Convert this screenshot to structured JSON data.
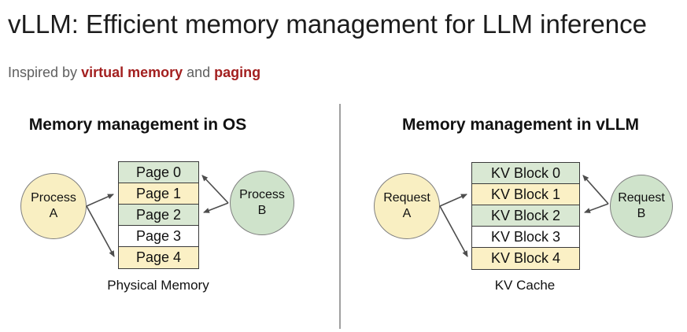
{
  "slide": {
    "title": "vLLM: Efficient memory management for LLM inference",
    "subtitle": {
      "lead": "Inspired by ",
      "highlight1": "virtual memory",
      "connector": " and ",
      "highlight2": "paging"
    }
  },
  "panels": [
    {
      "heading": "Memory management in OS",
      "left_circle": {
        "line1": "Process",
        "line2": "A"
      },
      "right_circle": {
        "line1": "Process",
        "line2": "B"
      },
      "rows": [
        {
          "label": "Page 0",
          "fill": "green"
        },
        {
          "label": "Page 1",
          "fill": "yellow"
        },
        {
          "label": "Page 2",
          "fill": "green"
        },
        {
          "label": "Page 3",
          "fill": "white"
        },
        {
          "label": "Page 4",
          "fill": "yellow"
        }
      ],
      "caption": "Physical Memory"
    },
    {
      "heading": "Memory management in vLLM",
      "left_circle": {
        "line1": "Request",
        "line2": "A"
      },
      "right_circle": {
        "line1": "Request",
        "line2": "B"
      },
      "rows": [
        {
          "label": "KV Block 0",
          "fill": "green"
        },
        {
          "label": "KV Block 1",
          "fill": "yellow"
        },
        {
          "label": "KV Block 2",
          "fill": "green"
        },
        {
          "label": "KV Block 3",
          "fill": "white"
        },
        {
          "label": "KV Block 4",
          "fill": "yellow"
        }
      ],
      "caption": "KV Cache"
    }
  ],
  "colors": {
    "title_text": "#1c1c1c",
    "subtitle_text": "#5f5f5f",
    "subtitle_accent": "#a32020",
    "row_green": "#d9e8d3",
    "row_yellow": "#fbf0c5",
    "row_white": "#ffffff",
    "circle_yellow": "#f9efc2",
    "circle_green": "#cfe3cb",
    "table_border": "#3a3a3a",
    "arrow": "#4d4d4d",
    "divider": "#a0a0a0"
  }
}
